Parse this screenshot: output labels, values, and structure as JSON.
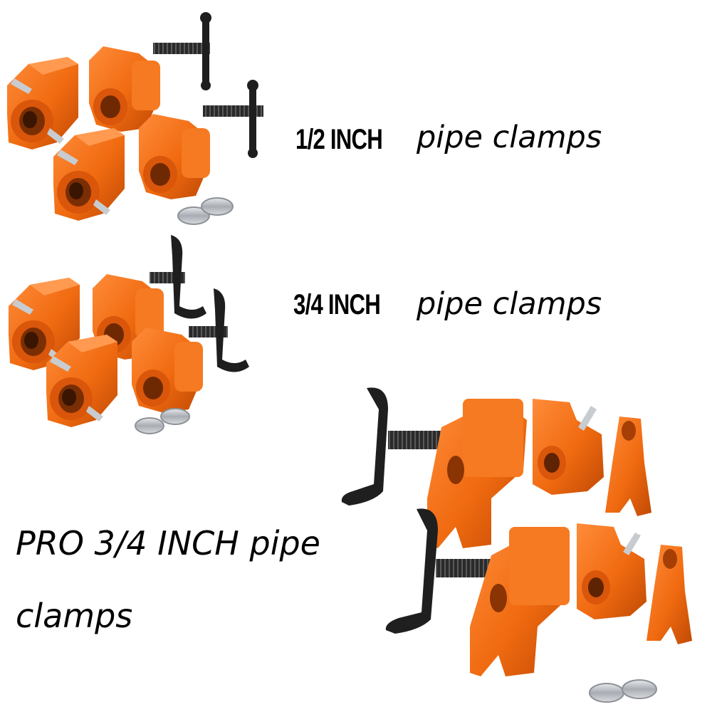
{
  "labels": {
    "half_inch_size": "1/2 INCH",
    "half_inch_desc": "pipe clamps",
    "three_quarter_size": "3/4 INCH",
    "three_quarter_desc": "pipe clamps",
    "pro_line1": "PRO 3/4 INCH pipe",
    "pro_line2": "clamps"
  },
  "colors": {
    "clamp_orange": "#f06a10",
    "clamp_shadow": "#c04a05",
    "clamp_highlight": "#ff8c3a",
    "handle_black": "#222222",
    "spring_silver": "#b8bcc2"
  }
}
